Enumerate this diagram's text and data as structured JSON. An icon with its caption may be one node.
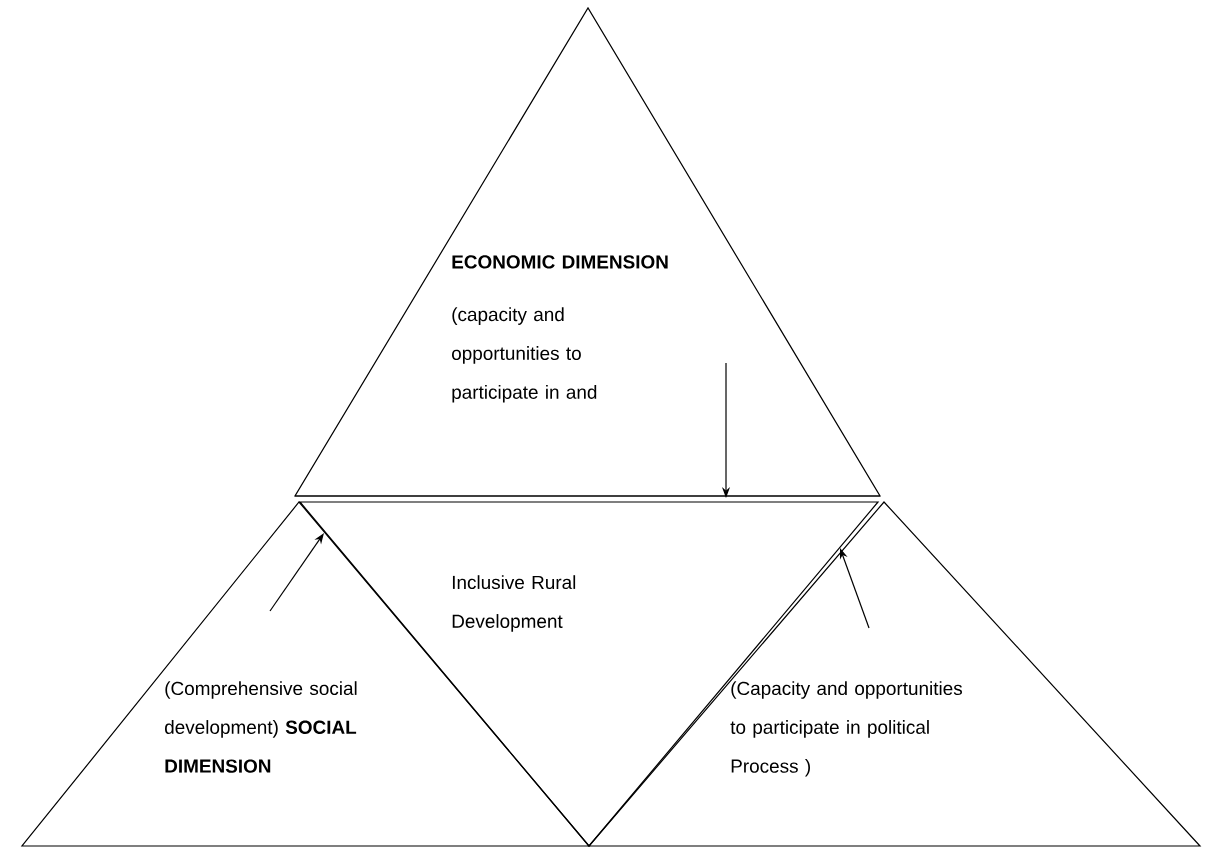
{
  "diagram": {
    "nodes": [
      {
        "text": [
          "ECONOMIC DIMENSION",
          "(capacity and opportunities to participate in and"
        ]
      },
      {
        "text": [
          "Inclusive Rural Development"
        ]
      },
      {
        "text": [
          "(Comprehensive social development) **SOCIAL DIMENSION**"
        ]
      },
      {
        "text": [
          "(Capacity and opportunities to participate in political Process )"
        ]
      }
    ],
    "edges": [
      {
        "from": 0,
        "to": 1,
        "arrow": "to"
      },
      {
        "from": 2,
        "to": 1,
        "arrow": "to"
      },
      {
        "from": 3,
        "to": 1,
        "arrow": "to"
      }
    ]
  }
}
